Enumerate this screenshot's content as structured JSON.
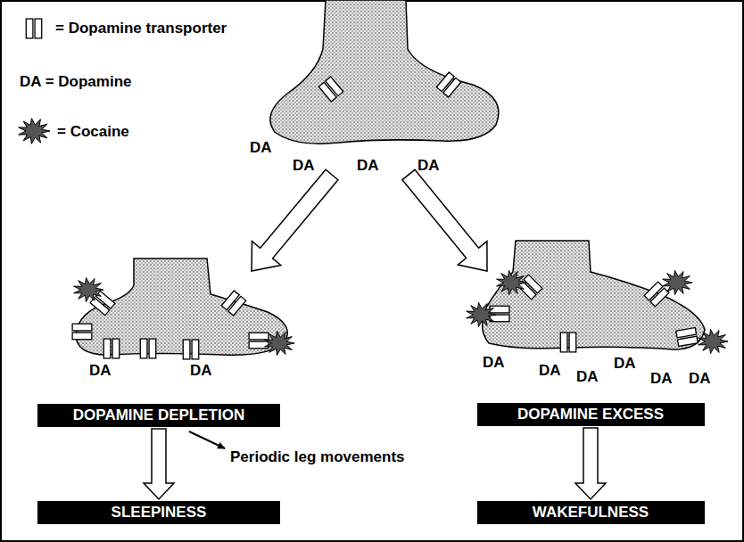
{
  "diagram": {
    "nodes": [
      {
        "text": [
          "DOPAMINE DEPLETION"
        ]
      },
      {
        "text": [
          "DOPAMINE EXCESS"
        ]
      },
      {
        "text": [
          "SLEEPINESS"
        ]
      },
      {
        "text": [
          "WAKEFULNESS"
        ]
      }
    ],
    "edges": [
      {
        "from": 0,
        "to": 2,
        "arrow": "to"
      },
      {
        "from": 1,
        "to": 3,
        "arrow": "to"
      }
    ],
    "labels": [
      "DA",
      "DA",
      "DA",
      "DA",
      "DA",
      "DA",
      "DA",
      "DA",
      "DA",
      "DA",
      "DA",
      "DA",
      "Periodic leg movements"
    ],
    "legend": [
      {
        "text": "= Dopamine transporter"
      },
      {
        "text": "DA = Dopamine"
      },
      {
        "text": "= Cocaine"
      }
    ]
  }
}
